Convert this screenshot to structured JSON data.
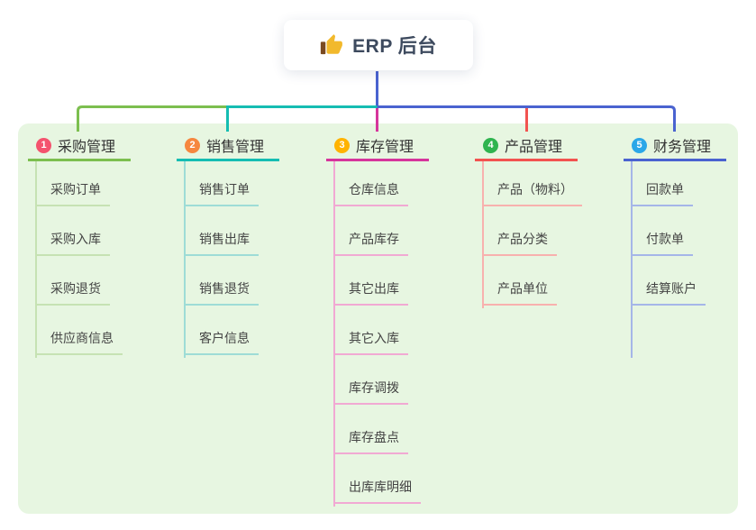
{
  "root": {
    "title": "ERP 后台",
    "icon": "thumbs-up-icon"
  },
  "branches": [
    {
      "badge": "1",
      "title": "采购管理",
      "color": "#7CBF4F",
      "light": "#C6E2B3",
      "badge_color": "#F4536E",
      "items": [
        "采购订单",
        "采购入库",
        "采购退货",
        "供应商信息"
      ]
    },
    {
      "badge": "2",
      "title": "销售管理",
      "color": "#15BDB2",
      "light": "#9EDCD6",
      "badge_color": "#F6873F",
      "items": [
        "销售订单",
        "销售出库",
        "销售退货",
        "客户信息"
      ]
    },
    {
      "badge": "3",
      "title": "库存管理",
      "color": "#D6359C",
      "light": "#F1A9D3",
      "badge_color": "#FFB300",
      "items": [
        "仓库信息",
        "产品库存",
        "其它出库",
        "其它入库",
        "库存调拨",
        "库存盘点",
        "出库库明细"
      ]
    },
    {
      "badge": "4",
      "title": "产品管理",
      "color": "#F25350",
      "light": "#F8B1AE",
      "badge_color": "#2FB44F",
      "items": [
        "产品（物料）",
        "产品分类",
        "产品单位"
      ]
    },
    {
      "badge": "5",
      "title": "财务管理",
      "color": "#4A63D0",
      "light": "#A5B6E8",
      "badge_color": "#2BA7E8",
      "items": [
        "回款单",
        "付款单",
        "结算账户"
      ]
    }
  ],
  "colors": {
    "canvas": "#FFFFFF",
    "panel": "#E7F6E1",
    "root_line": "#4A63D0",
    "root_text": "#3D4A5E",
    "title_text": "#333333",
    "item_text": "#444444",
    "icon_hand": "#F2B92C",
    "icon_cuff": "#7A4A21"
  }
}
